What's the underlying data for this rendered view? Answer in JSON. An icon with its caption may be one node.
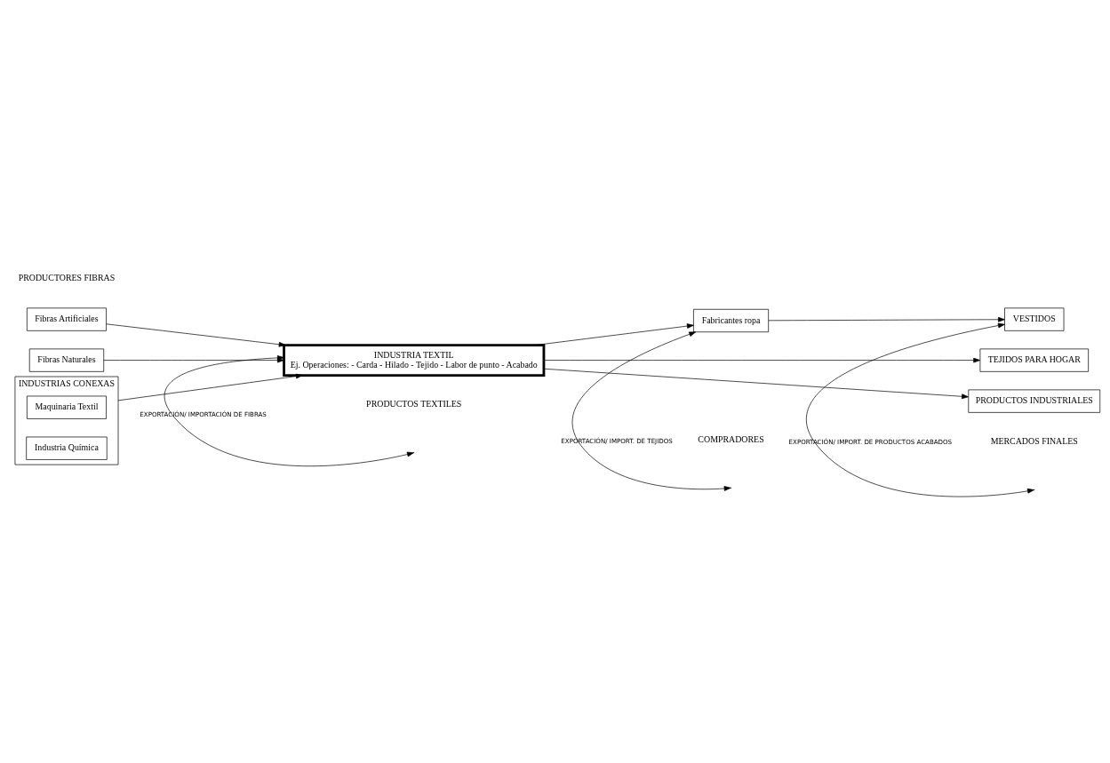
{
  "diagram": {
    "nodes": [
      {
        "text": [
          "Fibras Artificiales"
        ]
      },
      {
        "text": [
          "Fibras Naturales"
        ]
      },
      {
        "text": [
          "INDUSTRIA TEXTIL",
          "Ej. Operaciones: - Carda - Hilado - Tejido - Labor de punto - Acabado"
        ]
      },
      {
        "text": [
          "Fabricantes ropa"
        ]
      },
      {
        "text": [
          "VESTIDOS"
        ]
      },
      {
        "text": [
          "TEJIDOS PARA HOGAR"
        ]
      },
      {
        "text": [
          "PRODUCTOS INDUSTRIALES"
        ]
      },
      {
        "text": [
          "INDUSTRIAS CONEXAS"
        ]
      },
      {
        "text": [
          "Maquinaria Textil"
        ],
        "in": 7
      },
      {
        "text": [
          "Industria Química"
        ],
        "in": 7
      }
    ],
    "edges": [
      {
        "from": 0,
        "to": 2,
        "arrow": "to"
      },
      {
        "from": 1,
        "to": 2,
        "arrow": "to"
      },
      {
        "from": 7,
        "to": 2,
        "arrow": "to"
      },
      {
        "from": 2,
        "to": 3,
        "arrow": "to"
      },
      {
        "from": 2,
        "to": 5,
        "arrow": "to"
      },
      {
        "from": 2,
        "to": 6,
        "arrow": "to"
      },
      {
        "from": 3,
        "to": 4,
        "arrow": "to"
      },
      {
        "from": null,
        "to": 2,
        "arrow": "both",
        "label": "EXPORTACIÓN/ IMPORTACIÓN DE FIBRAS"
      },
      {
        "from": null,
        "to": 3,
        "arrow": "both",
        "label": "EXPORTACIÓN/ IMPORT. DE TEJIDOS"
      },
      {
        "from": null,
        "to": 4,
        "arrow": "both",
        "label": "EXPORTACIÓN/ IMPORT. DE PRODUCTOS ACABADOS"
      }
    ],
    "labels": [
      "PRODUCTORES FIBRAS",
      "PRODUCTOS TEXTILES",
      "COMPRADORES",
      "MERCADOS FINALES"
    ]
  }
}
